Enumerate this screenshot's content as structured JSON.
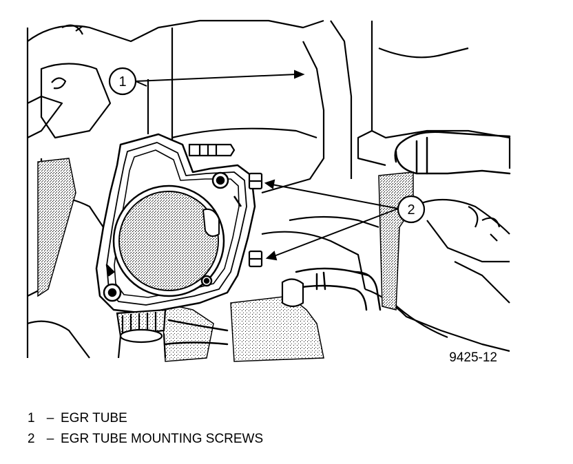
{
  "figure": {
    "id": "9425-12",
    "callouts": [
      {
        "number": "1"
      },
      {
        "number": "2"
      }
    ]
  },
  "legend": [
    {
      "number": "1",
      "dash": "–",
      "text": "EGR TUBE"
    },
    {
      "number": "2",
      "dash": "–",
      "text": "EGR TUBE MOUNTING SCREWS"
    }
  ]
}
